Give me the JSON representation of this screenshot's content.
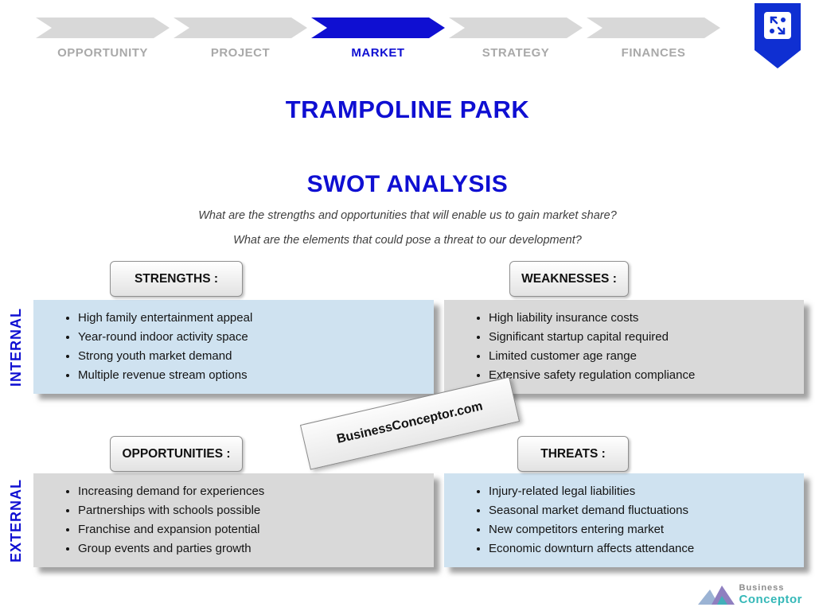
{
  "process_bar": {
    "steps": [
      {
        "label": "OPPORTUNITY",
        "active": false
      },
      {
        "label": "PROJECT",
        "active": false
      },
      {
        "label": "MARKET",
        "active": true
      },
      {
        "label": "STRATEGY",
        "active": false
      },
      {
        "label": "FINANCES",
        "active": false
      }
    ]
  },
  "badge": {
    "icon": "dice-strategy-icon"
  },
  "header": {
    "title": "TRAMPOLINE PARK",
    "subtitle": "SWOT ANALYSIS",
    "questions": [
      "What are the strengths and opportunities that will enable us to gain market share?",
      "What are the elements that could pose a threat to our development?"
    ]
  },
  "row_labels": {
    "internal": "INTERNAL",
    "external": "EXTERNAL"
  },
  "quadrants": {
    "strengths": {
      "label": "STRENGTHS :",
      "items": [
        "High family entertainment appeal",
        "Year-round indoor activity space",
        "Strong youth market demand",
        "Multiple revenue stream options"
      ]
    },
    "weaknesses": {
      "label": "WEAKNESSES :",
      "items": [
        "High liability insurance costs",
        "Significant startup capital required",
        "Limited customer age range",
        "Extensive safety regulation compliance"
      ]
    },
    "opportunities": {
      "label": "OPPORTUNITIES :",
      "items": [
        "Increasing demand for experiences",
        "Partnerships with schools possible",
        "Franchise and expansion potential",
        "Group events and parties growth"
      ]
    },
    "threats": {
      "label": "THREATS :",
      "items": [
        "Injury-related legal liabilities",
        "Seasonal market demand fluctuations",
        "New competitors entering market",
        "Economic downturn affects attendance"
      ]
    }
  },
  "watermark": "BusinessConceptor.com",
  "footer_logo": {
    "line1": "Business",
    "line2": "Conceptor"
  },
  "colors": {
    "accent_blue": "#0f0fd2",
    "panel_blue": "#cfe2f0",
    "panel_gray": "#d9d9d9",
    "inactive_gray": "#a9a9a9",
    "logo_teal": "#35b8b8"
  }
}
